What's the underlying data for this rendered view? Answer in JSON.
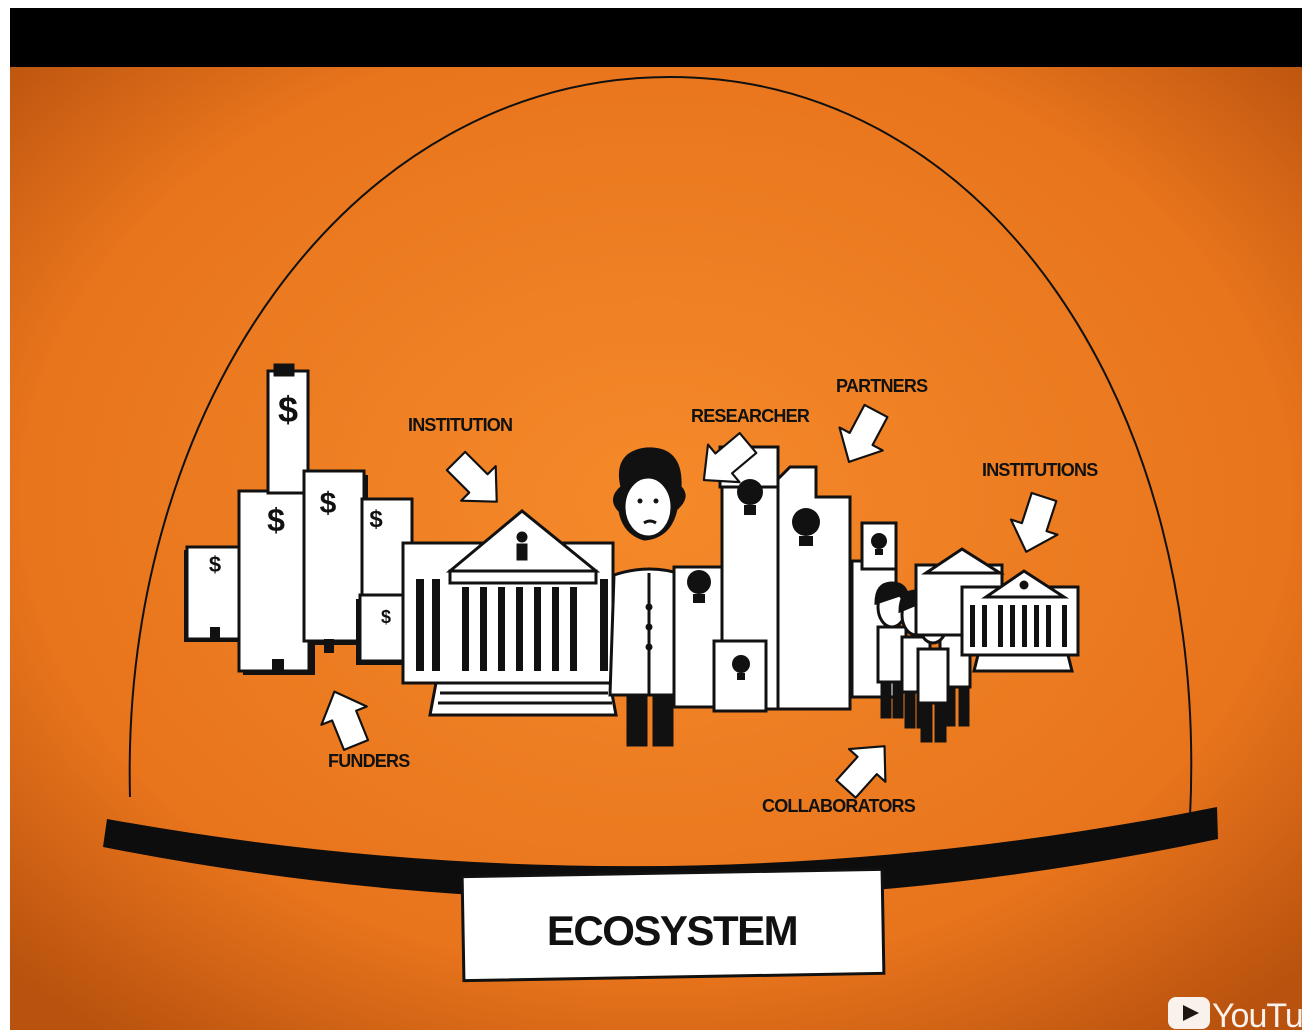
{
  "video": {
    "labels": {
      "institution": "INSTITUTION",
      "researcher": "RESEARCHER",
      "partners": "PARTNERS",
      "institutions": "INSTITUTIONS",
      "funders": "FUNDERS",
      "collaborators": "COLLABORATORS"
    },
    "banner": "ECOSYSTEM",
    "watermark": "YouTube",
    "symbols": {
      "funder_mark": "$"
    },
    "colors": {
      "background": "#e8741c",
      "top_bar": "#000000",
      "ink": "#111111"
    }
  }
}
